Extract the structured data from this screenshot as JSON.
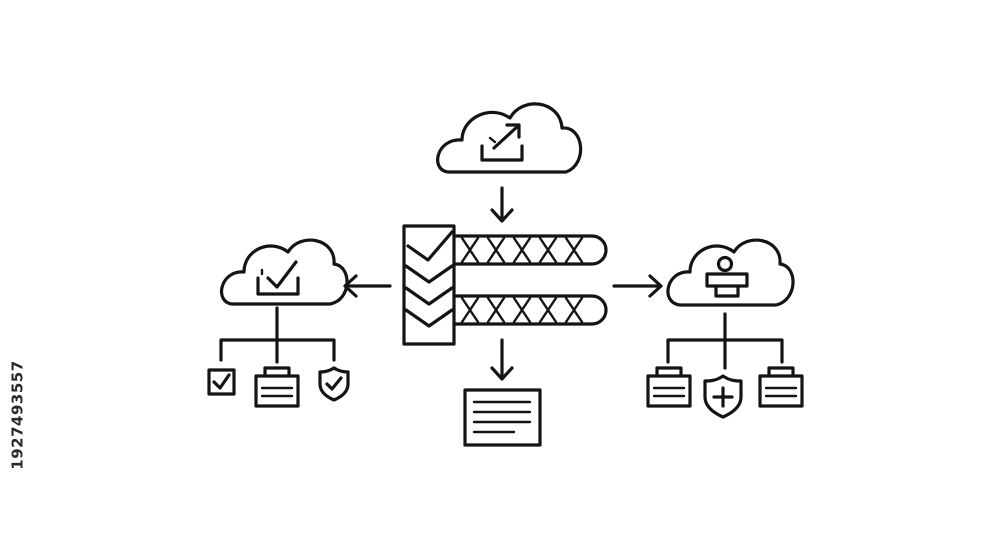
{
  "diagram": {
    "style": "hand-drawn sketch",
    "ink_color": "#141414",
    "background": "#ffffff",
    "nodes": {
      "top_cloud": {
        "icon": "upload-arrow-tray-icon"
      },
      "left_cloud": {
        "icon": "checkmark-tray-icon"
      },
      "right_cloud": {
        "icon": "user-on-desk-icon"
      },
      "central_hub": {
        "icon": "chevron-column-with-lattice-bars"
      },
      "bottom_document": {
        "icon": "text-document-icon"
      },
      "left_children": [
        "checkbox-icon",
        "briefcase-icon",
        "shield-check-icon"
      ],
      "right_children": [
        "briefcase-icon",
        "shield-plus-icon",
        "briefcase-icon"
      ]
    }
  },
  "side_id": {
    "text": "1927493557"
  }
}
